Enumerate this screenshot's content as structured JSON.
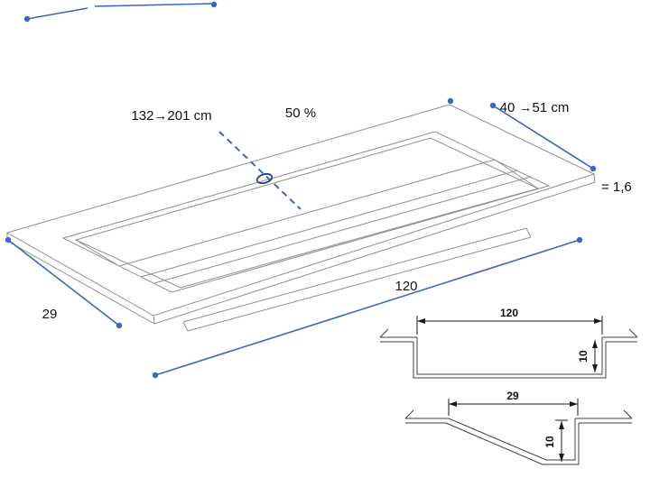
{
  "page": {
    "background": "#ffffff"
  },
  "colors": {
    "drawing_outline": "#8f8f8f",
    "section_outline": "#3f3f3f",
    "dimension_blue": "#3c67c0",
    "drain_ellipse": "#23408f",
    "text": "#111111"
  },
  "labels": {
    "length_range": "132→201 cm",
    "slope_percent": "50 %",
    "width_range": "40 →51 cm",
    "ratio": "= 1,6",
    "overall_length": "120",
    "overall_width": "29"
  },
  "section_longitudinal": {
    "width": "120",
    "depth": "10"
  },
  "section_transverse": {
    "width": "29",
    "depth": "10"
  }
}
